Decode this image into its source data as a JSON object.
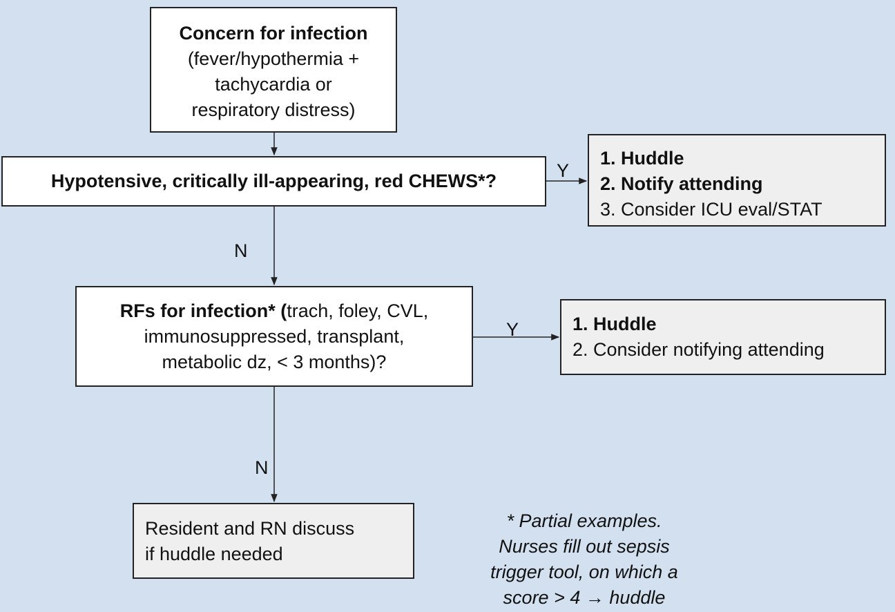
{
  "nodes": {
    "concern": {
      "title": "Concern for infection",
      "lines": [
        "(fever/hypothermia +",
        "tachycardia or",
        "respiratory distress)"
      ]
    },
    "hypotensive": {
      "text": "Hypotensive, critically ill-appearing, red CHEWS*?"
    },
    "actions_1": {
      "items": [
        "1. Huddle",
        "2. Notify attending",
        "3. Consider ICU eval/STAT"
      ]
    },
    "rf": {
      "bold": "RFs for infection* (",
      "line1_rest": "trach, foley, CVL,",
      "line2": "immunosuppressed, transplant,",
      "line3": "metabolic dz, < 3 months)?"
    },
    "actions_2": {
      "items": [
        "1. Huddle",
        "2. Consider notifying attending"
      ]
    },
    "resident": {
      "lines": [
        "Resident and RN discuss",
        "if huddle needed"
      ]
    }
  },
  "edge_labels": {
    "yes_1": "Y",
    "no_1": "N",
    "yes_2": "Y",
    "no_2": "N"
  },
  "footnote": {
    "lines": [
      "* Partial examples.",
      "Nurses fill out sepsis",
      "trigger tool, on which a",
      "score > 4 → huddle"
    ]
  }
}
